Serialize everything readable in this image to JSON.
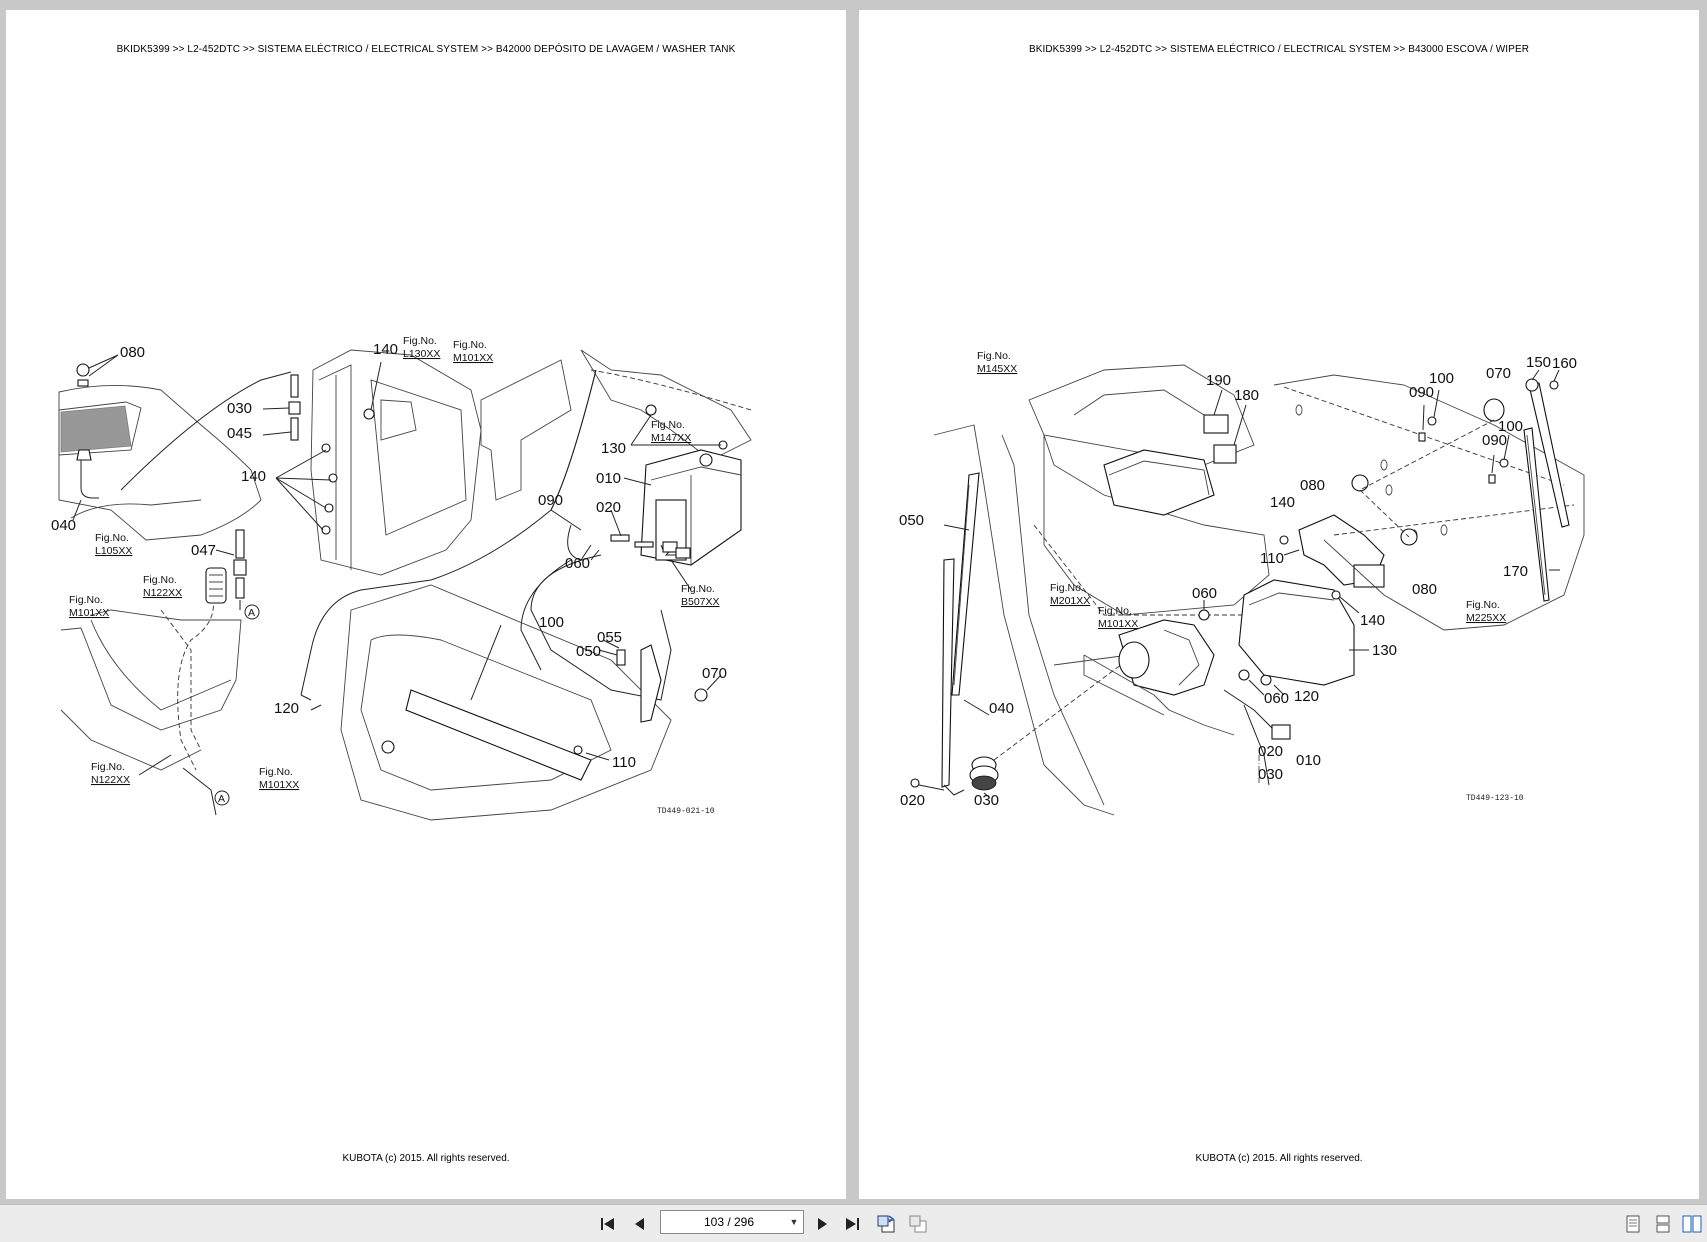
{
  "left_page": {
    "header": "BKIDK5399 >> L2-452DTC >> SISTEMA ELÉCTRICO / ELECTRICAL SYSTEM >> B42000   DEPÓSITO DE LAVAGEM / WASHER TANK",
    "footer": "KUBOTA (c) 2015. All rights reserved.",
    "drawing_code": "TD449-021-10",
    "callouts": [
      "080",
      "140",
      "030",
      "045",
      "140",
      "040",
      "047",
      "090",
      "020",
      "010",
      "060",
      "130",
      "100",
      "055",
      "050",
      "070",
      "120",
      "110"
    ],
    "fig_refs": [
      "L130XX",
      "M101XX",
      "M147XX",
      "L105XX",
      "N122XX",
      "M101XX",
      "B507XX",
      "N122XX",
      "M101XX"
    ],
    "fig_prefix": "Fig.No.",
    "ref_mark": "A"
  },
  "right_page": {
    "header": "BKIDK5399 >> L2-452DTC >> SISTEMA ELÉCTRICO / ELECTRICAL SYSTEM >> B43000   ESCOVA / WIPER",
    "footer": "KUBOTA (c) 2015. All rights reserved.",
    "drawing_code": "TD449-123-10",
    "callouts": [
      "190",
      "180",
      "100",
      "090",
      "070",
      "150",
      "160",
      "090",
      "100",
      "080",
      "140",
      "050",
      "110",
      "080",
      "170",
      "060",
      "140",
      "130",
      "040",
      "060",
      "120",
      "020",
      "030",
      "010",
      "020",
      "030"
    ],
    "fig_refs": [
      "M145XX",
      "M201XX",
      "M101XX",
      "M225XX"
    ],
    "fig_prefix": "Fig.No."
  },
  "toolbar": {
    "page_indicator": "103 / 296",
    "icons": [
      "first-page-icon",
      "previous-page-icon",
      "next-page-icon",
      "last-page-icon",
      "rotate-icon",
      "fit-icon",
      "single-page-view-icon",
      "continuous-view-icon",
      "two-page-view-icon"
    ]
  }
}
